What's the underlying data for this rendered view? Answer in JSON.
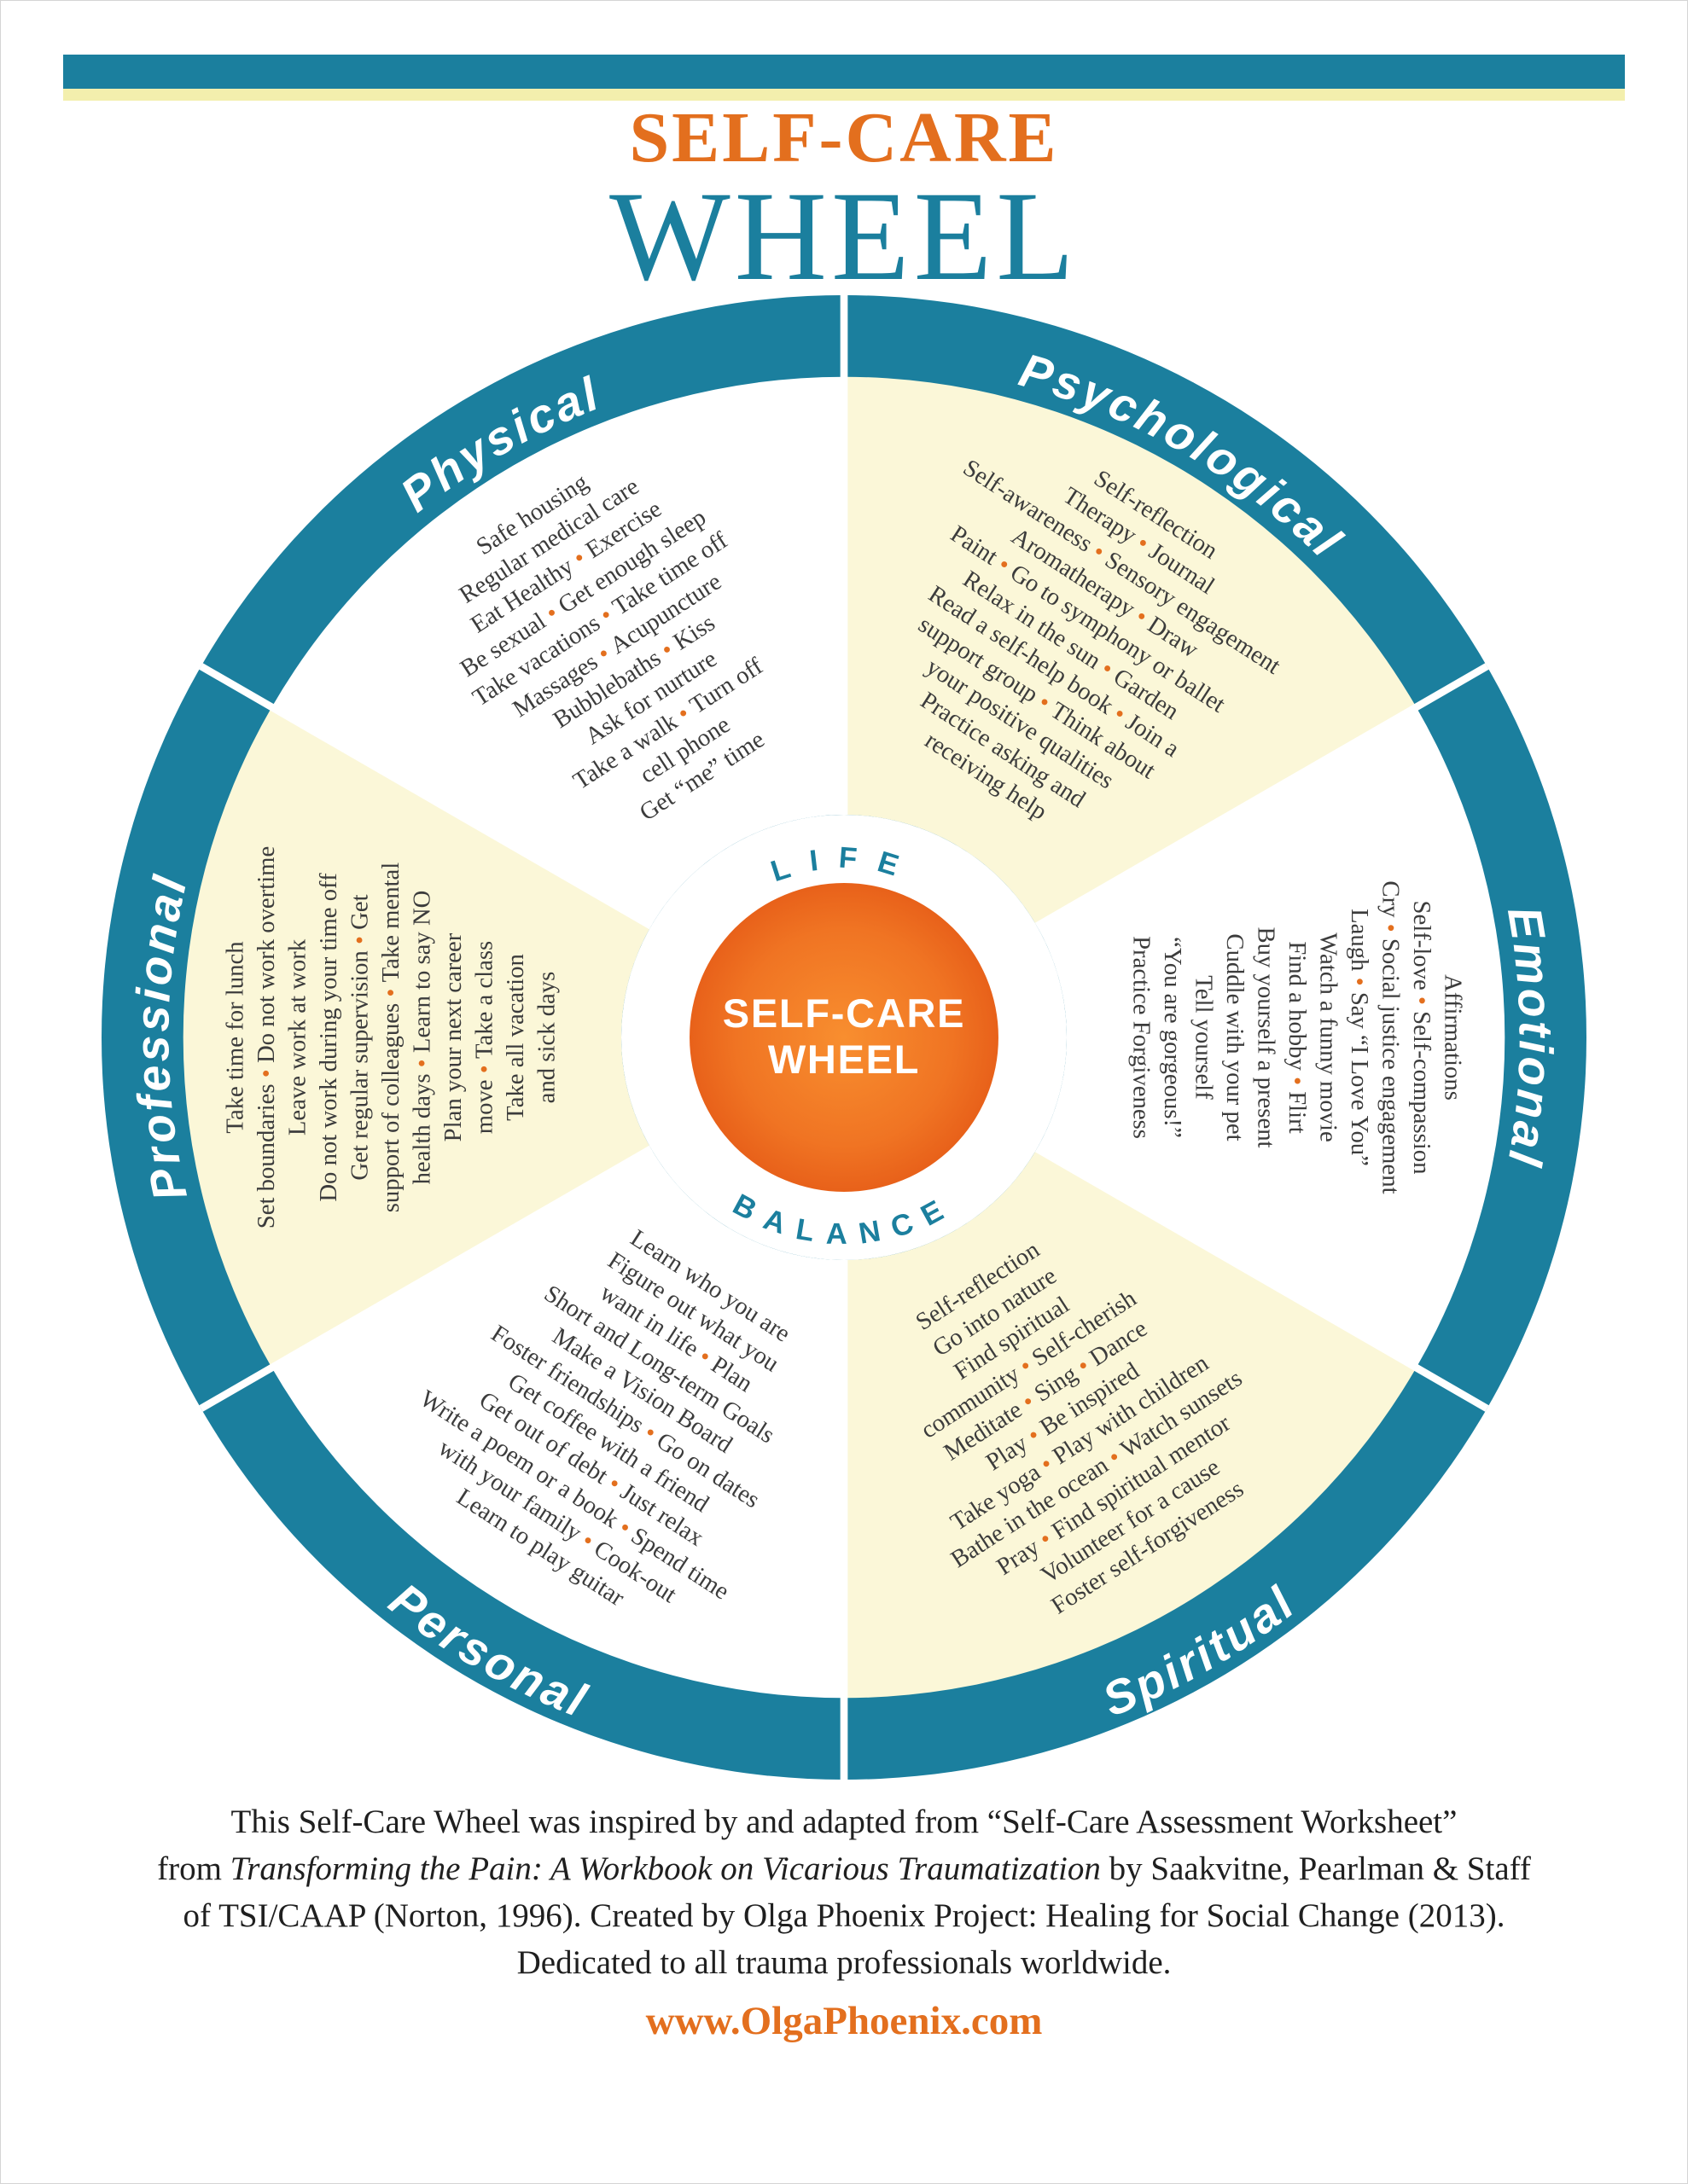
{
  "colors": {
    "teal": "#1b7f9e",
    "orange": "#e36f1e",
    "cream": "#fbf7d8",
    "strip": "#f3efad",
    "ink": "#3c3c3c",
    "disc_center": "#f88e2f",
    "disc_mid": "#f07423",
    "disc_edge": "#e8611a"
  },
  "header": {
    "title_top": "SELF-CARE",
    "title_main": "WHEEL"
  },
  "wheel": {
    "center": {
      "line1": "SELF-CARE",
      "line2": "WHEEL"
    },
    "hub_top_word": "LIFE",
    "hub_bottom_word": "BALANCE",
    "sectors": [
      {
        "name": "Physical",
        "bisector": 330,
        "fill": "white",
        "rotation": -33,
        "label_arc": "top",
        "lines": [
          "Safe housing",
          "Regular medical care",
          "Eat Healthy • Exercise",
          "Be sexual • Get enough sleep",
          "Take vacations • Take time off",
          "Massages • Acupuncture",
          "Bubblebaths • Kiss",
          "Ask for nurture",
          "Take a walk • Turn off",
          "cell phone",
          "Get “me” time"
        ]
      },
      {
        "name": "Psychological",
        "bisector": 30,
        "fill": "cream",
        "rotation": 33,
        "label_arc": "top",
        "lines": [
          "Self-reflection",
          "Therapy • Journal",
          "Self-awareness • Sensory engagement",
          "Aromatherapy • Draw",
          "Paint • Go to symphony or ballet",
          "Relax in the sun • Garden",
          "Read a self-help book • Join a",
          "support group • Think about",
          "your positive qualities",
          "Practice asking and",
          "receiving help"
        ]
      },
      {
        "name": "Emotional",
        "bisector": 90,
        "fill": "white",
        "rotation": 90,
        "label_arc": "top",
        "lines": [
          "Affirmations",
          "Self-love • Self-compassion",
          "Cry • Social justice engagement",
          "Laugh • Say “I Love You”",
          "Watch a funny movie",
          "Find a hobby • Flirt",
          "Buy yourself a present",
          "Cuddle with your pet",
          "Tell yourself",
          "“You are gorgeous!”",
          "Practice Forgiveness"
        ]
      },
      {
        "name": "Spiritual",
        "bisector": 150,
        "fill": "cream",
        "rotation": -33,
        "label_arc": "bottom",
        "lines": [
          "Self-reflection",
          "Go into nature",
          "Find spiritual",
          "community • Self-cherish",
          "Meditate • Sing • Dance",
          "Play • Be inspired",
          "Take yoga • Play with children",
          "Bathe in the ocean • Watch sunsets",
          "Pray • Find spiritual mentor",
          "Volunteer for a cause",
          "Foster self-forgiveness"
        ]
      },
      {
        "name": "Personal",
        "bisector": 210,
        "fill": "white",
        "rotation": 33,
        "label_arc": "bottom",
        "lines": [
          "Learn who you are",
          "Figure out what you",
          "want in life • Plan",
          "Short and Long-term Goals",
          "Make a Vision Board",
          "Foster friendships • Go on dates",
          "Get coffee with a friend",
          "Get out of debt • Just relax",
          "Write a poem or a book • Spend time",
          "with your family • Cook-out",
          "Learn to play guitar"
        ]
      },
      {
        "name": "Professional",
        "bisector": 270,
        "fill": "cream",
        "rotation": -90,
        "label_arc": "top",
        "lines": [
          "Take time for lunch",
          "Set boundaries • Do not work overtime",
          "Leave work at work",
          "Do not work during your time off",
          "Get regular supervision • Get",
          "support of colleagues • Take mental",
          "health days • Learn to say NO",
          "Plan your next career",
          "move • Take a class",
          "Take all vacation",
          "and sick days"
        ]
      }
    ]
  },
  "footer": {
    "line1": "This Self-Care Wheel was inspired by and adapted from “Self-Care Assessment Worksheet”",
    "line2_prefix": "from ",
    "line2_italic": "Transforming the Pain: A Workbook on Vicarious Traumatization",
    "line2_suffix": " by Saakvitne, Pearlman & Staff",
    "line3": "of TSI/CAAP (Norton, 1996). Created by Olga Phoenix Project: Healing for Social Change (2013).",
    "line4": "Dedicated to all trauma professionals worldwide.",
    "website": "www.OlgaPhoenix.com"
  }
}
